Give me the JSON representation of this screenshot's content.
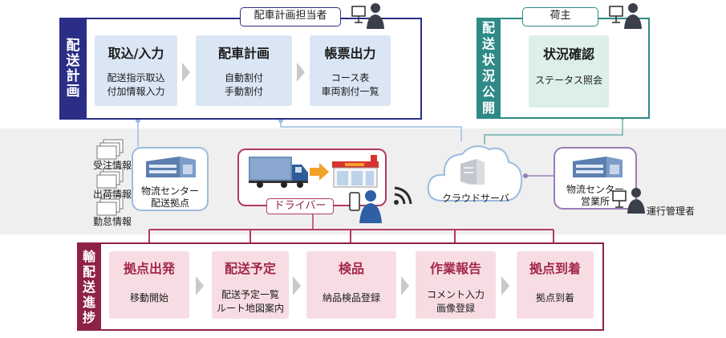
{
  "dispatch_planning": {
    "label_chars": [
      "配",
      "送",
      "計",
      "画"
    ],
    "role": "配車計画担当者",
    "steps": [
      {
        "title": "取込/入力",
        "lines": [
          "配送指示取込",
          "付加情報入力"
        ]
      },
      {
        "title": "配車計画",
        "lines": [
          "自動割付",
          "手動割付"
        ]
      },
      {
        "title": "帳票出力",
        "lines": [
          "コース表",
          "車両割付一覧"
        ]
      }
    ]
  },
  "status_publish": {
    "label_chars": [
      "配",
      "送",
      "状",
      "況",
      "公",
      "開"
    ],
    "role": "荷主",
    "step": {
      "title": "状況確認",
      "lines": [
        "ステータス照会"
      ]
    }
  },
  "middle": {
    "docs": [
      "受注情報",
      "出荷情報",
      "勤怠情報"
    ],
    "logistics_center": [
      "物流センター",
      "配送拠点"
    ],
    "driver_label": "ドライバー",
    "cloud_label": "クラウドサーバ",
    "sales_office": [
      "物流センター",
      "営業所"
    ],
    "ops_manager": "運行管理者"
  },
  "transport_progress": {
    "label_chars": [
      "輸",
      "配",
      "送",
      "進",
      "捗"
    ],
    "steps": [
      {
        "title": "拠点出発",
        "lines": [
          "移動開始"
        ]
      },
      {
        "title": "配送予定",
        "lines": [
          "配送予定一覧",
          "ルート地図案内"
        ]
      },
      {
        "title": "検品",
        "lines": [
          "納品検品登録"
        ]
      },
      {
        "title": "作業報告",
        "lines": [
          "コメント入力",
          "画像登録"
        ]
      },
      {
        "title": "拠点到着",
        "lines": [
          "拠点到着"
        ]
      }
    ]
  },
  "colors": {
    "planning": "#2a2e86",
    "status": "#2e8a87",
    "progress": "#8e2148",
    "box_blue": "#dbe6f5",
    "box_green": "#dcefe8",
    "box_red": "#f7dde3"
  },
  "icons": [
    "person-pc-icon",
    "document-stack-icon",
    "warehouse-icon",
    "truck-icon",
    "arrow-right-icon",
    "store-icon",
    "smartphone-person-icon",
    "wifi-icon",
    "cloud-icon",
    "server-icon"
  ]
}
